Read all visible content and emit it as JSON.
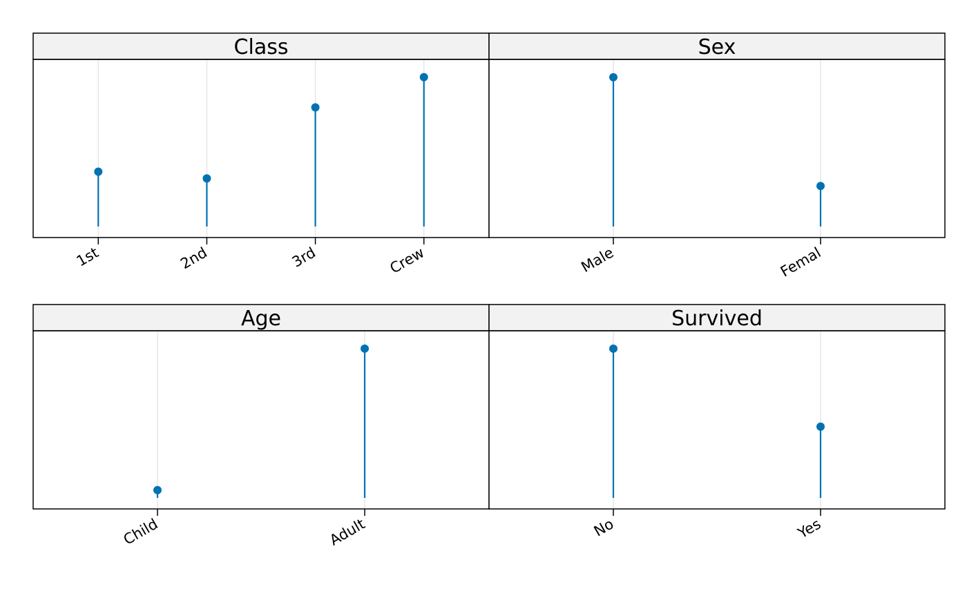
{
  "chart_data": [
    {
      "type": "lollipop",
      "title": "Class",
      "categories": [
        "1st",
        "2nd",
        "3rd",
        "Crew"
      ],
      "values": [
        325,
        285,
        706,
        885
      ],
      "ylim": [
        0,
        925
      ],
      "grid": "vertical",
      "color": "#0072B2"
    },
    {
      "type": "lollipop",
      "title": "Sex",
      "categories": [
        "Male",
        "Femal"
      ],
      "values": [
        1731,
        470
      ],
      "ylim": [
        0,
        1810
      ],
      "grid": "vertical",
      "color": "#0072B2"
    },
    {
      "type": "lollipop",
      "title": "Age",
      "categories": [
        "Child",
        "Adult"
      ],
      "values": [
        109,
        2092
      ],
      "ylim": [
        0,
        2187
      ],
      "grid": "vertical",
      "color": "#0072B2"
    },
    {
      "type": "lollipop",
      "title": "Survived",
      "categories": [
        "No",
        "Yes"
      ],
      "values": [
        1490,
        711
      ],
      "ylim": [
        0,
        1558
      ],
      "grid": "vertical",
      "color": "#0072B2"
    }
  ],
  "colors": {
    "strip_fill": "#f2f2f2",
    "grid": "#e6e6e6",
    "frame": "#000000",
    "series": "#0072B2"
  }
}
